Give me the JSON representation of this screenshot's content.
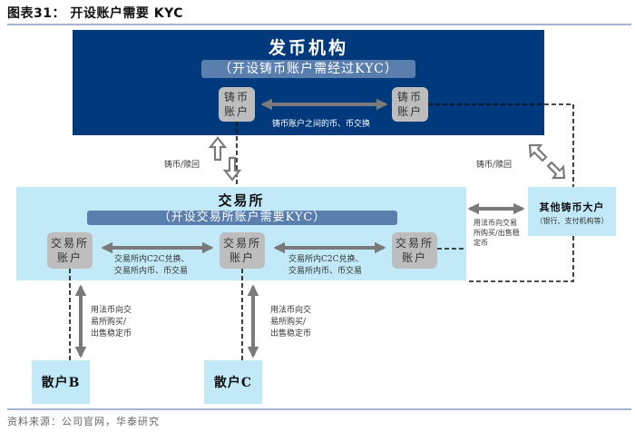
{
  "figure": {
    "title": "图表31：  开设账户需要 KYC",
    "source": "资料来源：公司官网，华泰研究"
  },
  "issuer": {
    "title": "发币机构",
    "subtitle": "（开设铸币账户需经过KYC）",
    "account_left": [
      "铸币",
      "账户"
    ],
    "account_right": [
      "铸币",
      "账户"
    ],
    "exchange_label": "铸币账户之间的币、币交换",
    "colors": {
      "background": "#003a7d",
      "subtitle_bg": "#5a7faf"
    }
  },
  "mint_redeem_labels": {
    "left": "铸币/赎回",
    "right": "铸币/赎回"
  },
  "exchange": {
    "title": "交易所",
    "subtitle": "（开设交易所账户需要KYC）",
    "accounts": [
      [
        "交易所",
        "账户"
      ],
      [
        "交易所",
        "账户"
      ],
      [
        "交易所",
        "账户"
      ]
    ],
    "c2c_labels": [
      [
        "交易所内C2C兑换、",
        "交易所内币、币交易"
      ],
      [
        "交易所内C2C兑换、",
        "交易所内币、币交易"
      ]
    ],
    "colors": {
      "background": "#c2e9f8",
      "account_bg": "#bdbdbd"
    }
  },
  "other_minters": {
    "title": "其他铸币大户",
    "subtitle": "（银行、支付机构等）",
    "fiat_label": [
      "用法币向交易",
      "所购买/出售稳",
      "定币"
    ]
  },
  "retail": [
    {
      "name": "散户B",
      "label": [
        "用法币向交",
        "易所购买/",
        "出售稳定币"
      ]
    },
    {
      "name": "散户C",
      "label": [
        "用法币向交",
        "易所购买/",
        "出售稳定币"
      ]
    }
  ]
}
